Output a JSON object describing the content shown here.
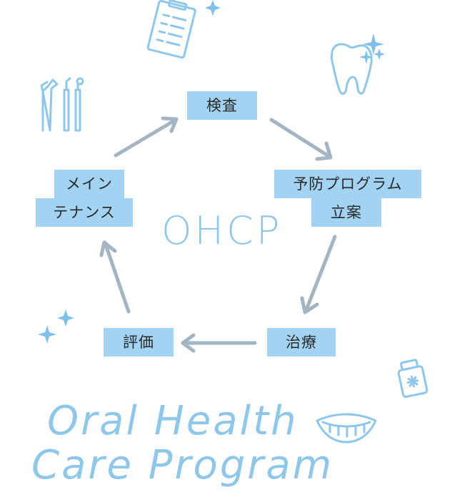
{
  "center_label": "OHCP",
  "title_line1": "Oral Health",
  "title_line2": "Care Program",
  "steps": {
    "kensa": "検査",
    "yobo_line1": "予防プログラム",
    "yobo_line2": "立案",
    "chiryo": "治療",
    "hyoka": "評価",
    "maint_line1": "メイン",
    "maint_line2": "テナンス"
  },
  "colors": {
    "box": "#a2d3f2",
    "arrow": "#a3b4c2",
    "accent": "#8ec7ea"
  },
  "icons": [
    "dental-tools-icon",
    "clipboard-icon",
    "sparkle-icon",
    "tooth-icon",
    "mouthwash-icon",
    "smile-icon"
  ]
}
